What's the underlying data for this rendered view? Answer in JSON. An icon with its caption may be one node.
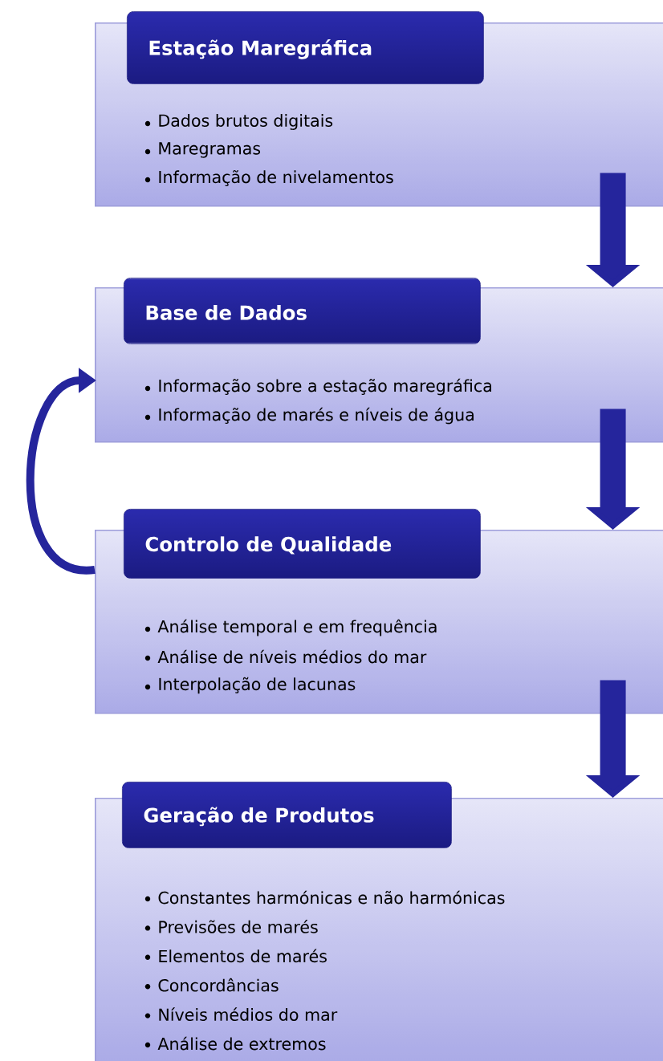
{
  "diagram": {
    "nodes": [
      {
        "text": [
          "Estação Maregráfica"
        ]
      },
      {
        "text": [
          "Dados brutos digitais",
          "Maregramas",
          "Informação de nivelamentos"
        ]
      },
      {
        "text": [
          "Base de Dados"
        ]
      },
      {
        "text": [
          "Informação sobre a estação maregráfica",
          "Informação de marés e níveis de água"
        ]
      },
      {
        "text": [
          "Controlo de Qualidade"
        ]
      },
      {
        "text": [
          "Análise temporal e em frequência",
          "Análise de níveis médios do mar",
          "Interpolação de lacunas"
        ]
      },
      {
        "text": [
          "Geração de Produtos"
        ]
      },
      {
        "text": [
          "Constantes harmónicas e não harmónicas",
          "Previsões de marés",
          "Elementos de marés",
          "Concordâncias",
          "Níveis médios do mar",
          "Análise de extremos"
        ]
      }
    ],
    "edges": [
      {
        "from": 1,
        "to": 3,
        "arrow": "to"
      },
      {
        "from": 3,
        "to": 5,
        "arrow": "to"
      },
      {
        "from": 5,
        "to": 7,
        "arrow": "to"
      },
      {
        "from": 5,
        "to": 3,
        "arrow": "to"
      }
    ]
  }
}
